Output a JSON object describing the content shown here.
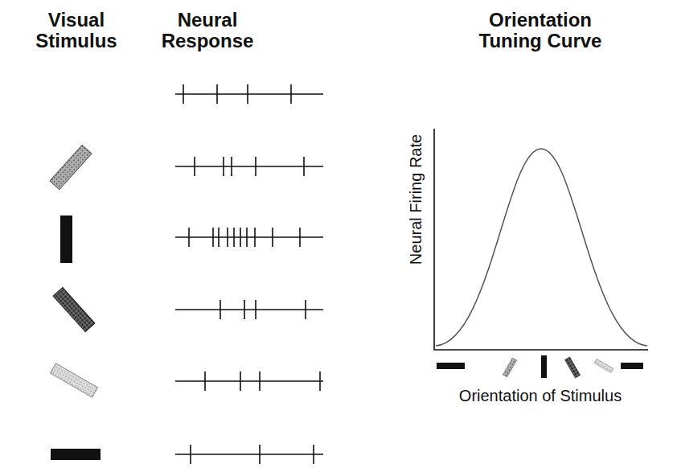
{
  "diagram": {
    "labels": [
      "Visual Stimulus",
      "Neural Response",
      "Orientation Tuning Curve",
      "Neural Firing Rate",
      "Orientation of Stimulus"
    ]
  }
}
